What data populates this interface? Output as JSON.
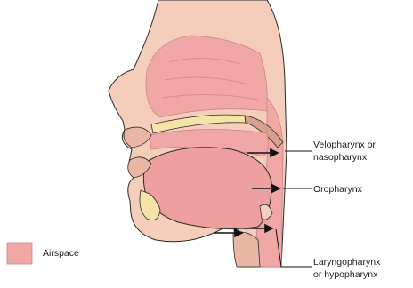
{
  "labels": {
    "velopharynx_line1": "Velopharynx or",
    "velopharynx_line2": "nasopharynx",
    "oropharynx": "Oropharynx",
    "laryngopharynx_line1": "Laryngopharynx",
    "laryngopharynx_line2": "or hypopharynx"
  },
  "legend": {
    "label": "Airspace",
    "swatch_color": "#f2a7a7"
  },
  "colors": {
    "skin": "#f4cdbb",
    "skin_dark": "#e9b6a3",
    "airspace": "#f2a7a7",
    "tongue": "#eea0a0",
    "bone": "#f6e3a8",
    "outline": "#2b2b2b"
  }
}
